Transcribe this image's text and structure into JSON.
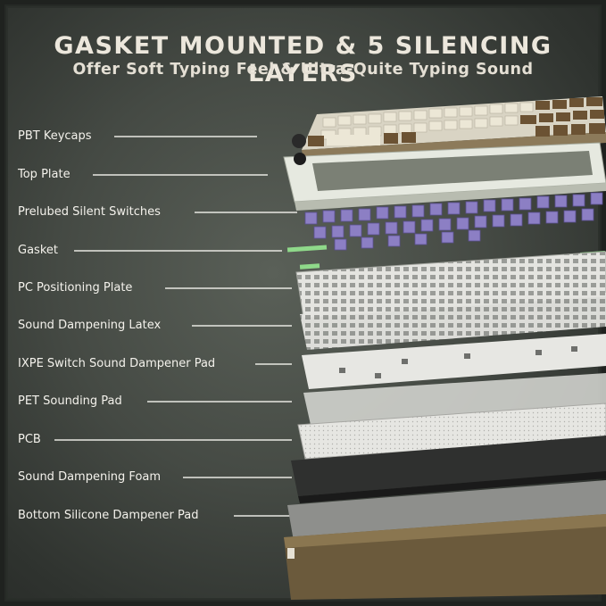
{
  "header": {
    "title": "GASKET MOUNTED & 5 SILENCING LAYERS",
    "subtitle": "Offer Soft Typing Feel & Ultra-Quite Typing Sound"
  },
  "layers": [
    {
      "label": "PBT Keycaps",
      "icon": "keycaps-layer"
    },
    {
      "label": "Top Plate",
      "icon": "top-plate-layer"
    },
    {
      "label": "Prelubed Silent Switches",
      "icon": "switches-layer"
    },
    {
      "label": "Gasket",
      "icon": "gasket-layer"
    },
    {
      "label": "PC Positioning Plate",
      "icon": "positioning-plate-layer"
    },
    {
      "label": "Sound Dampening Latex",
      "icon": "latex-layer"
    },
    {
      "label": "IXPE Switch Sound Dampener Pad",
      "icon": "ixpe-pad-layer"
    },
    {
      "label": "PET Sounding Pad",
      "icon": "pet-pad-layer"
    },
    {
      "label": "PCB",
      "icon": "pcb-layer"
    },
    {
      "label": "Sound Dampening Foam",
      "icon": "foam-layer"
    },
    {
      "label": "Bottom Silicone Dampener Pad",
      "icon": "bottom-pad-layer"
    }
  ],
  "colors": {
    "background": "#454a44",
    "text": "#f4f2ec",
    "keycap_cream": "#e8e3d3",
    "keycap_brown": "#6b5233",
    "switch_purple": "#8c7fc4",
    "gasket_green": "#8fd98a",
    "case_brown": "#6b5a3c"
  }
}
